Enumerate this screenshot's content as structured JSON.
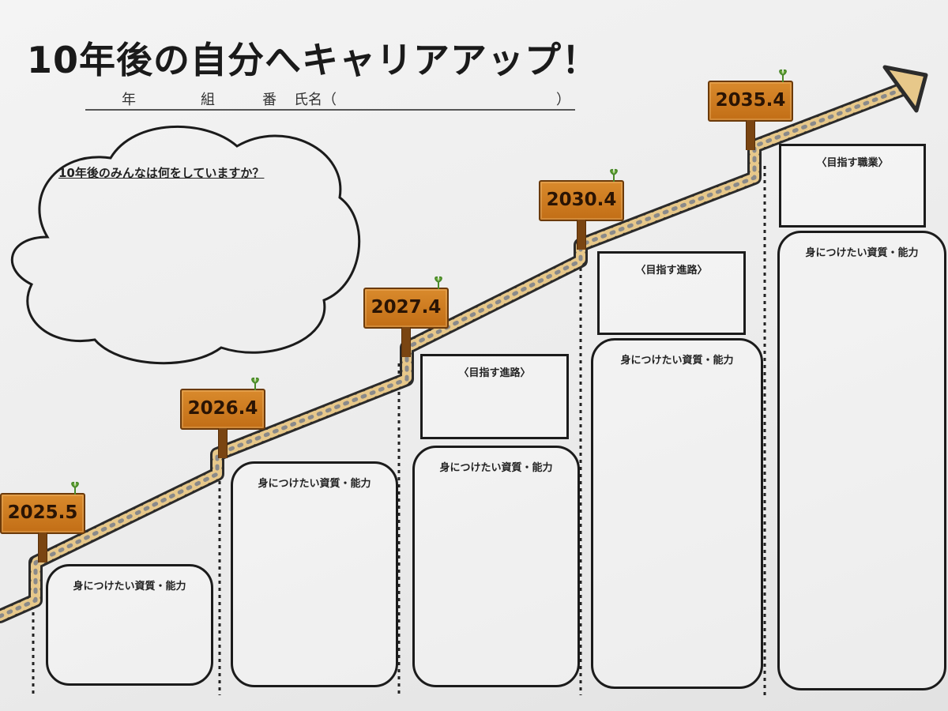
{
  "title": "10年後の自分へキャリアアップ！",
  "name_line": {
    "nen": "年",
    "kumi": "組",
    "ban": "番",
    "shimei": "氏名（",
    "close": "）"
  },
  "cloud": {
    "question": "10年後のみんなは何をしていますか？"
  },
  "milestones": [
    {
      "year": "2025.5",
      "skills_label": "身につけたい資質・能力"
    },
    {
      "year": "2026.4",
      "skills_label": "身につけたい資質・能力"
    },
    {
      "year": "2027.4",
      "goal_label": "〈目指す進路〉",
      "skills_label": "身につけたい資質・能力"
    },
    {
      "year": "2030.4",
      "goal_label": "〈目指す進路〉",
      "skills_label": "身につけたい資質・能力"
    },
    {
      "year": "2035.4",
      "goal_label": "〈目指す職業〉",
      "skills_label": "身につけたい資質・能力"
    }
  ],
  "colors": {
    "sign": "#c97a1f",
    "path_dark": "#2b2b2b",
    "path_light": "#e7c88a"
  }
}
